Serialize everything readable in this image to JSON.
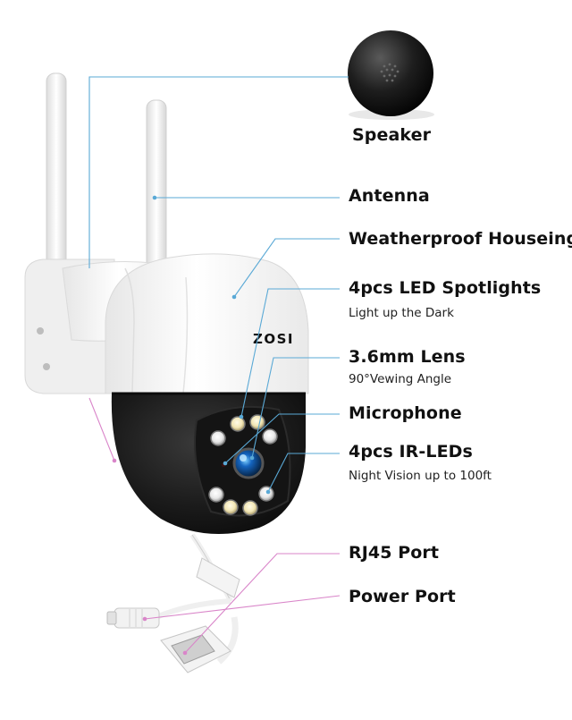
{
  "brand": {
    "logo_text": "ZOSI"
  },
  "callouts": {
    "speaker": {
      "title": "Speaker"
    },
    "antenna": {
      "title": "Antenna"
    },
    "housing": {
      "title": "Weatherproof Houseing"
    },
    "led": {
      "title": "4pcs LED Spotlights",
      "subtitle": "Light up the Dark"
    },
    "lens": {
      "title": "3.6mm Lens",
      "subtitle": "90°Vewing Angle"
    },
    "microphone": {
      "title": "Microphone"
    },
    "ir": {
      "title": "4pcs IR-LEDs",
      "subtitle": "Night Vision up to 100ft"
    },
    "rj45": {
      "title": "RJ45 Port"
    },
    "power": {
      "title": "Power Port"
    }
  },
  "colors": {
    "callout_blue": "#5aa9d6",
    "callout_pink": "#d985c9",
    "housing_white": "#f2f2f2",
    "dome_black": "#1c1c1c"
  }
}
